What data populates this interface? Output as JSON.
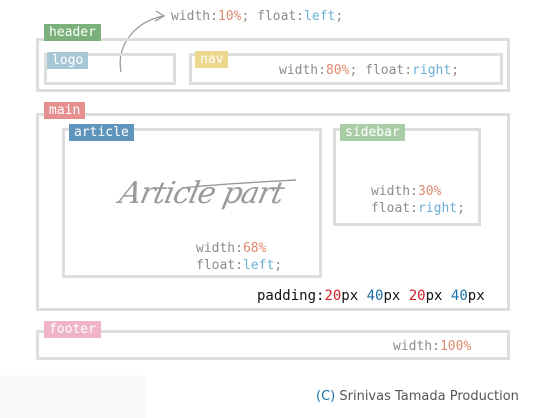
{
  "colors": {
    "header_tag": "#7ab07a",
    "logo_tag": "#a9c8d6",
    "nav_tag": "#ecd78f",
    "main_tag": "#e68f8f",
    "article_tag": "#5f95bd",
    "sidebar_tag": "#a9cda4",
    "footer_tag": "#efb5c6",
    "box_border": "#dedede",
    "value_number": "#e08a6e",
    "value_keyword": "#6bb0d6"
  },
  "header": {
    "label": "header",
    "note": {
      "prop1": "width:",
      "num1": "10%",
      "sep": "; float:",
      "kw": "left",
      "end": ";"
    }
  },
  "logo": {
    "label": "logo"
  },
  "nav": {
    "label": "nav",
    "note": {
      "prop1": "width:",
      "num1": "80%",
      "sep": "; float:",
      "kw": "right",
      "end": ";"
    }
  },
  "main": {
    "label": "main",
    "padding": {
      "label": "padding:",
      "v1": "20",
      "u1": "px ",
      "v2": "40",
      "u2": "px ",
      "v3": "20",
      "u3": "px ",
      "v4": "40",
      "u4": "px"
    }
  },
  "article": {
    "label": "article",
    "script_text": "Article part",
    "width_prop": "width:",
    "width_val": "68%",
    "float_prop": "float:",
    "float_val": "left",
    "float_end": ";"
  },
  "sidebar": {
    "label": "sidebar",
    "width_prop": "width:",
    "width_val": "30%",
    "float_prop": "float:",
    "float_val": "right",
    "float_end": ";"
  },
  "footer": {
    "label": "footer",
    "width_prop": "width:",
    "width_val": "100%"
  },
  "credit": {
    "symbol": "(C)",
    "text": " Srinivas Tamada Production"
  }
}
